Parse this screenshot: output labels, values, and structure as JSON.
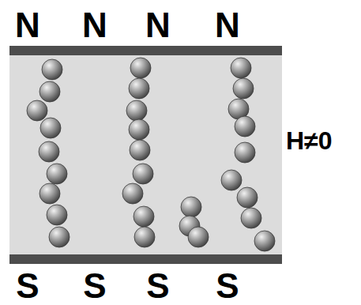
{
  "diagram": {
    "labels": [
      "N",
      "N",
      "N",
      "N",
      "S",
      "S",
      "S",
      "S",
      "H≠0"
    ]
  }
}
